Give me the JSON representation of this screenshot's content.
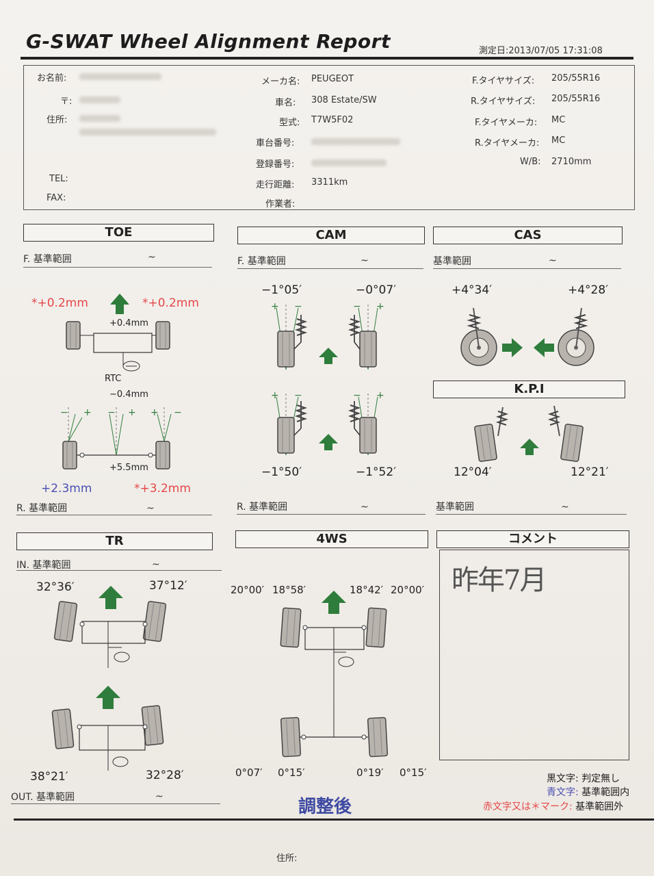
{
  "report": {
    "title": "G-SWAT Wheel Alignment Report",
    "measured_label": "測定日:",
    "measured_value": "2013/07/05 17:31:08"
  },
  "customer": {
    "name_label": "お名前:",
    "postal_label": "〒:",
    "address_label": "住所:",
    "tel_label": "TEL:",
    "fax_label": "FAX:"
  },
  "vehicle": {
    "maker_label": "メーカ名:",
    "maker": "PEUGEOT",
    "car_label": "車名:",
    "car": "308 Estate/SW",
    "model_label": "型式:",
    "model": "T7W5F02",
    "chassis_label": "車台番号:",
    "reg_label": "登録番号:",
    "mileage_label": "走行距離:",
    "mileage": "3311km",
    "worker_label": "作業者:"
  },
  "tires": {
    "f_size_label": "F.タイヤサイズ:",
    "f_size": "205/55R16",
    "r_size_label": "R.タイヤサイズ:",
    "r_size": "205/55R16",
    "f_maker_label": "F.タイヤメーカ:",
    "f_maker": "MC",
    "r_maker_label": "R.タイヤメーカ:",
    "r_maker": "MC",
    "wb_label": "W/B:",
    "wb": "2710mm"
  },
  "sections": {
    "toe": "TOE",
    "cam": "CAM",
    "cas": "CAS",
    "kpi": "K.P.I",
    "tr": "TR",
    "fourws": "4WS",
    "comment": "コメント"
  },
  "ranges": {
    "f_range": "F. 基準範囲",
    "r_range": "R. 基準範囲",
    "plain_range": "基準範囲",
    "in_range": "IN. 基準範囲",
    "out_range": "OUT. 基準範囲",
    "tilde": "~"
  },
  "toe": {
    "front_left": "*+0.2mm",
    "front_right": "*+0.2mm",
    "front_total": "+0.4mm",
    "rtc_label": "RTC",
    "thrust": "−0.4mm",
    "rear_total": "+5.5mm",
    "rear_left": "+2.3mm",
    "rear_right": "*+3.2mm"
  },
  "cam": {
    "front_left": "−1°05′",
    "front_right": "−0°07′",
    "rear_left": "−1°50′",
    "rear_right": "−1°52′"
  },
  "cas": {
    "left": "+4°34′",
    "right": "+4°28′"
  },
  "kpi": {
    "left": "12°04′",
    "right": "12°21′"
  },
  "tr": {
    "in_left": "32°36′",
    "in_right": "37°12′",
    "out_left": "38°21′",
    "out_right": "32°28′"
  },
  "fourws": {
    "front_a": "20°00′",
    "front_b": "18°58′",
    "front_c": "18°42′",
    "front_d": "20°00′",
    "rear_a": "0°07′",
    "rear_b": "0°15′",
    "rear_c": "0°19′",
    "rear_d": "0°15′"
  },
  "comment_text": "昨年7月",
  "legend": {
    "black_label": "黒文字:",
    "black_value": "判定無し",
    "blue_label": "青文字:",
    "blue_value": "基準範囲内",
    "red_label": "赤文字又は＊マーク:",
    "red_value": "基準範囲外"
  },
  "footer": {
    "adjusted": "調整後",
    "address_label": "住所:"
  },
  "colors": {
    "arrow_green": "#2f7d3c",
    "red_text": "#e54747",
    "blue_text": "#4b4fb3",
    "tire_gray": "#b8b3ad"
  }
}
